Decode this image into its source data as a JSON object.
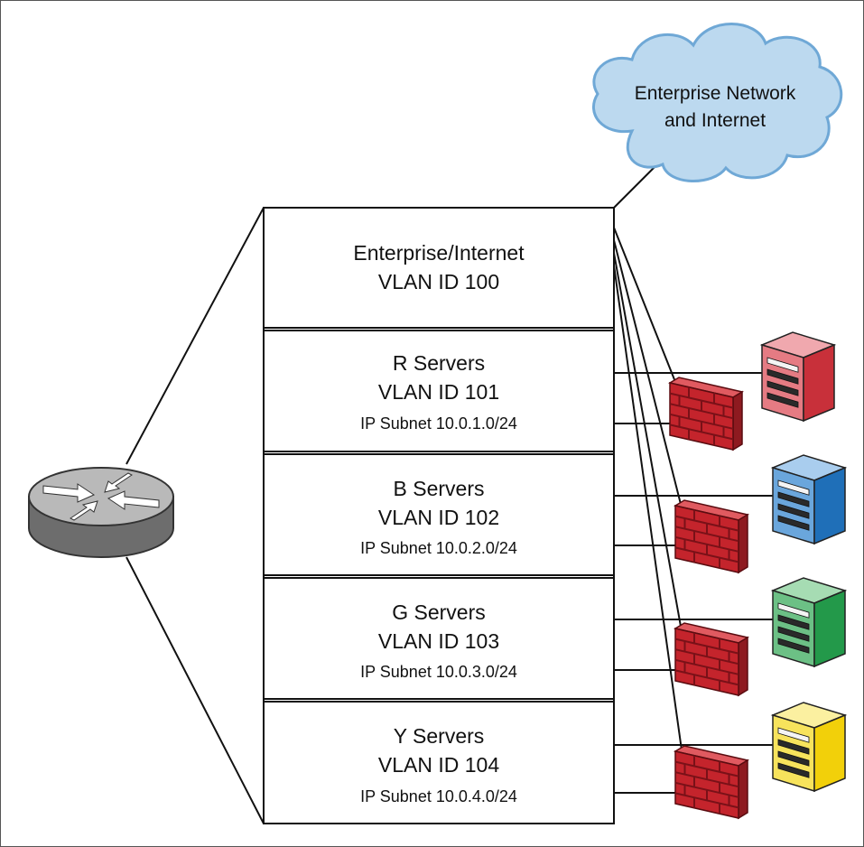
{
  "cloud": {
    "label_line1": "Enterprise Network",
    "label_line2": "and Internet",
    "fill": "#bcd9ef",
    "stroke": "#6fa8d6"
  },
  "router": {
    "icon": "router-icon"
  },
  "switch_panels": [
    {
      "id": "enterprise",
      "name": "Enterprise/Internet",
      "vlan": "VLAN ID 100",
      "subnet": ""
    },
    {
      "id": "r",
      "name": "R Servers",
      "vlan": "VLAN ID 101",
      "subnet": "IP Subnet 10.0.1.0/24"
    },
    {
      "id": "b",
      "name": "B Servers",
      "vlan": "VLAN ID 102",
      "subnet": "IP Subnet 10.0.2.0/24"
    },
    {
      "id": "g",
      "name": "G Servers",
      "vlan": "VLAN ID 103",
      "subnet": "IP Subnet 10.0.3.0/24"
    },
    {
      "id": "y",
      "name": "Y Servers",
      "vlan": "VLAN ID 104",
      "subnet": "IP Subnet 10.0.4.0/24"
    }
  ],
  "servers": [
    {
      "id": "red",
      "icon": "server-icon",
      "body": "#c8303a",
      "top": "#f0a8ae",
      "side": "#e57b83"
    },
    {
      "id": "blue",
      "icon": "server-icon",
      "body": "#1f6fb8",
      "top": "#a9cdee",
      "side": "#6aa6dc"
    },
    {
      "id": "green",
      "icon": "server-icon",
      "body": "#23994a",
      "top": "#a6dcb3",
      "side": "#6cc085"
    },
    {
      "id": "yellow",
      "icon": "server-icon",
      "body": "#f2d00a",
      "top": "#fbf0a0",
      "side": "#f7e35c"
    }
  ],
  "firewalls": [
    {
      "id": "fw-r",
      "icon": "firewall-icon"
    },
    {
      "id": "fw-b",
      "icon": "firewall-icon"
    },
    {
      "id": "fw-g",
      "icon": "firewall-icon"
    },
    {
      "id": "fw-y",
      "icon": "firewall-icon"
    }
  ],
  "colors": {
    "line": "#111111",
    "firewall_brick": "#c4242c",
    "firewall_mortar": "#7a1118",
    "router_top": "#b9b9b9",
    "router_side": "#6d6d6d"
  }
}
